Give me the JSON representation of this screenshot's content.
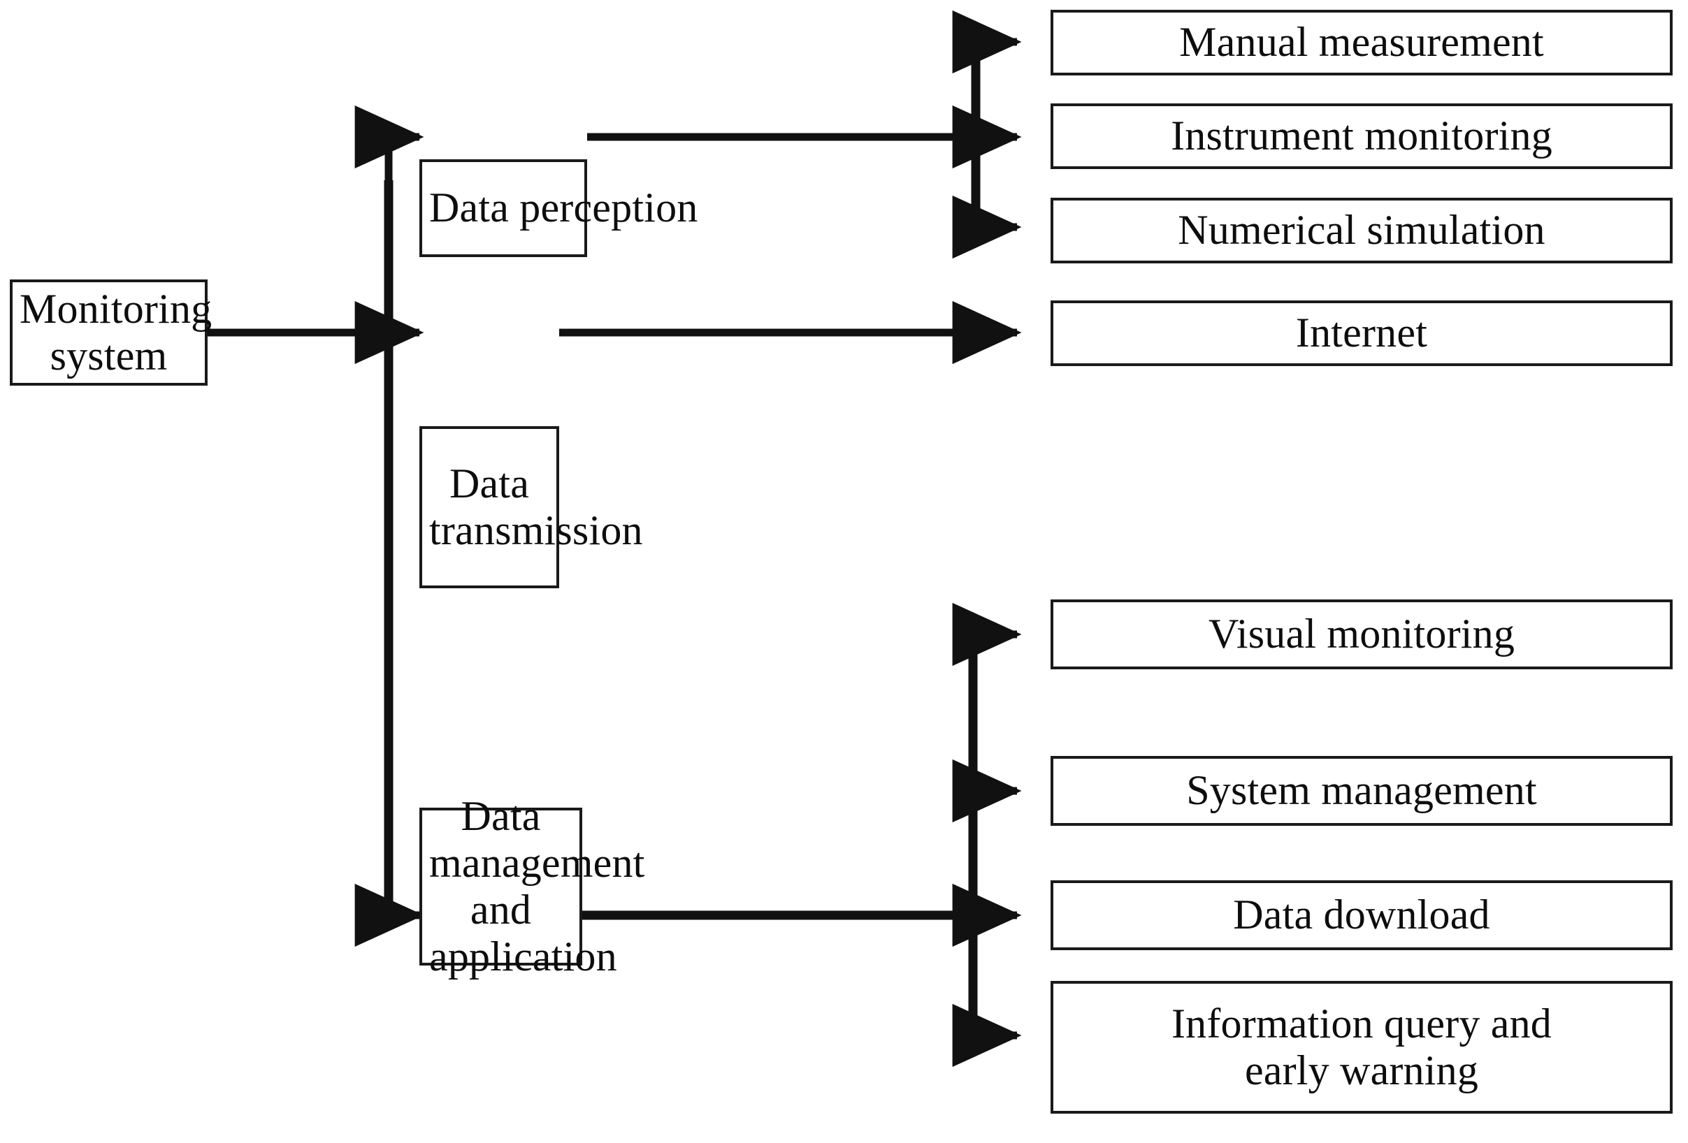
{
  "diagram": {
    "title": "Monitoring system architecture",
    "type": "tree-hierarchy",
    "orientation": "left-to-right",
    "colors": {
      "box_border": "#1a1a1a",
      "box_fill": "#ffffff",
      "connector": "#111111",
      "text": "#0d0d0d",
      "background": "#ffffff"
    }
  },
  "nodes": {
    "root": {
      "label": "Monitoring\nsystem",
      "line1": "Monitoring",
      "line2": "system"
    },
    "level2": [
      {
        "id": "data-perception",
        "label": "Data perception"
      },
      {
        "id": "data-transmission",
        "label": "Data\ntransmission",
        "line1": "Data",
        "line2": "transmission"
      },
      {
        "id": "data-management-and-application",
        "label": "Data management\nand application",
        "line1": "Data management",
        "line2": "and application"
      }
    ],
    "level3": [
      {
        "id": "manual-measurement",
        "label": "Manual measurement",
        "parent": "data-perception"
      },
      {
        "id": "instrument-monitoring",
        "label": "Instrument monitoring",
        "parent": "data-perception"
      },
      {
        "id": "numerical-simulation",
        "label": "Numerical simulation",
        "parent": "data-perception"
      },
      {
        "id": "internet",
        "label": "Internet",
        "parent": "data-transmission"
      },
      {
        "id": "visual-monitoring",
        "label": "Visual monitoring",
        "parent": "data-management-and-application"
      },
      {
        "id": "system-management",
        "label": "System management",
        "parent": "data-management-and-application"
      },
      {
        "id": "data-download",
        "label": "Data download",
        "parent": "data-management-and-application"
      },
      {
        "id": "information-query-and-early-warning",
        "label": "Information query and\nearly warning",
        "parent": "data-management-and-application",
        "line1": "Information query and",
        "line2": "early warning"
      }
    ]
  },
  "edges": [
    {
      "from": "root",
      "to": "data-perception"
    },
    {
      "from": "root",
      "to": "data-transmission"
    },
    {
      "from": "root",
      "to": "data-management-and-application"
    },
    {
      "from": "data-perception",
      "to": "manual-measurement"
    },
    {
      "from": "data-perception",
      "to": "instrument-monitoring"
    },
    {
      "from": "data-perception",
      "to": "numerical-simulation"
    },
    {
      "from": "data-transmission",
      "to": "internet"
    },
    {
      "from": "data-management-and-application",
      "to": "visual-monitoring"
    },
    {
      "from": "data-management-and-application",
      "to": "system-management"
    },
    {
      "from": "data-management-and-application",
      "to": "data-download"
    },
    {
      "from": "data-management-and-application",
      "to": "information-query-and-early-warning"
    }
  ]
}
